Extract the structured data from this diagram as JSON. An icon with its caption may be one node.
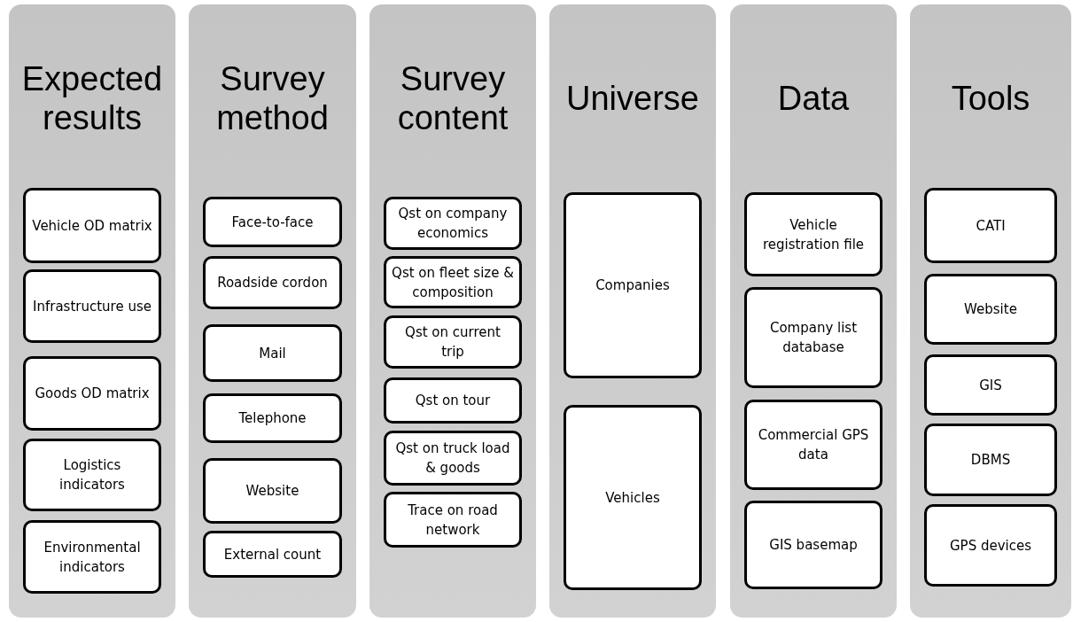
{
  "diagram": {
    "nodes": [
      {
        "text": [
          "Expected results"
        ]
      },
      {
        "text": [
          "Vehicle OD matrix"
        ],
        "in": 0
      },
      {
        "text": [
          "Infrastructure use"
        ],
        "in": 0
      },
      {
        "text": [
          "Goods OD matrix"
        ],
        "in": 0
      },
      {
        "text": [
          "Logistics indicators"
        ],
        "in": 0
      },
      {
        "text": [
          "Environmental indicators"
        ],
        "in": 0
      },
      {
        "text": [
          "Survey method"
        ]
      },
      {
        "text": [
          "Face-to-face"
        ],
        "in": 6
      },
      {
        "text": [
          "Roadside cordon"
        ],
        "in": 6
      },
      {
        "text": [
          "Mail"
        ],
        "in": 6
      },
      {
        "text": [
          "Telephone"
        ],
        "in": 6
      },
      {
        "text": [
          "Website"
        ],
        "in": 6
      },
      {
        "text": [
          "External count"
        ],
        "in": 6
      },
      {
        "text": [
          "Survey content"
        ]
      },
      {
        "text": [
          "Qst on company economics"
        ],
        "in": 13
      },
      {
        "text": [
          "Qst on fleet size & composition"
        ],
        "in": 13
      },
      {
        "text": [
          "Qst on current trip"
        ],
        "in": 13
      },
      {
        "text": [
          "Qst on tour"
        ],
        "in": 13
      },
      {
        "text": [
          "Qst on truck load & goods"
        ],
        "in": 13
      },
      {
        "text": [
          "Trace on road network"
        ],
        "in": 13
      },
      {
        "text": [
          "Universe"
        ]
      },
      {
        "text": [
          "Companies"
        ],
        "in": 20
      },
      {
        "text": [
          "Vehicles"
        ],
        "in": 20
      },
      {
        "text": [
          "Data"
        ]
      },
      {
        "text": [
          "Vehicle registration file"
        ],
        "in": 23
      },
      {
        "text": [
          "Company list database"
        ],
        "in": 23
      },
      {
        "text": [
          "Commercial GPS data"
        ],
        "in": 23
      },
      {
        "text": [
          "GIS basemap"
        ],
        "in": 23
      },
      {
        "text": [
          "Tools"
        ]
      },
      {
        "text": [
          "CATI"
        ],
        "in": 28
      },
      {
        "text": [
          "Website"
        ],
        "in": 28
      },
      {
        "text": [
          "GIS"
        ],
        "in": 28
      },
      {
        "text": [
          "DBMS"
        ],
        "in": 28
      },
      {
        "text": [
          "GPS devices"
        ],
        "in": 28
      }
    ]
  }
}
